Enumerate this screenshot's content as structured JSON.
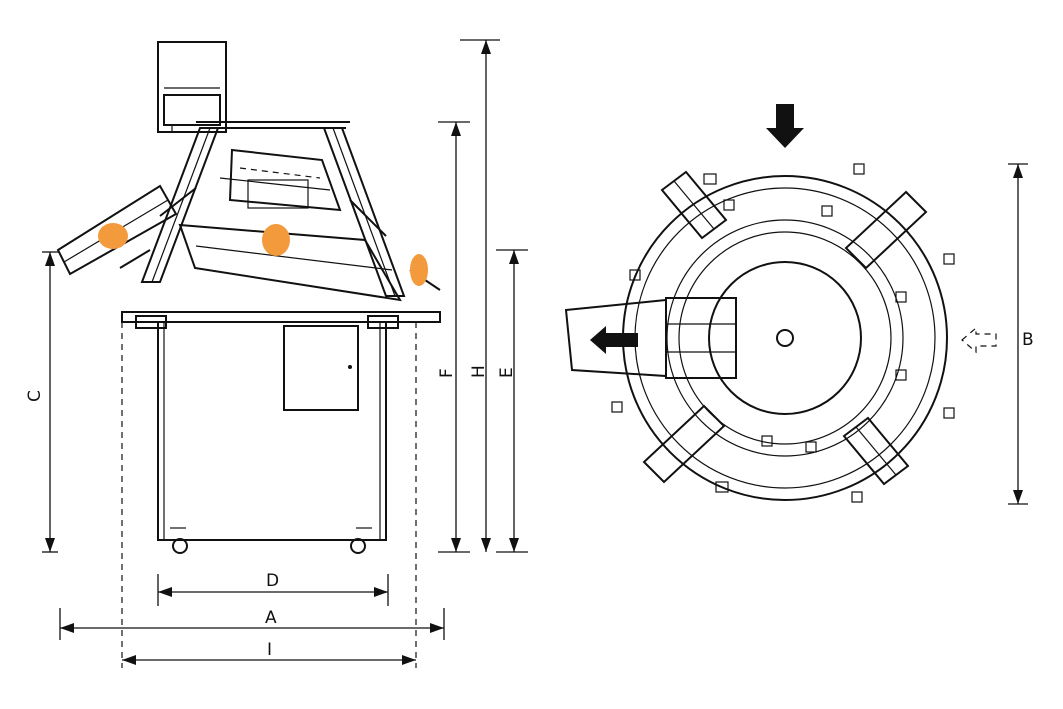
{
  "diagram": {
    "dimension_labels": {
      "A": "A",
      "B": "B",
      "C": "C",
      "D": "D",
      "E": "E",
      "F": "F",
      "H": "H",
      "I": "I"
    },
    "colors": {
      "line": "#111111",
      "dough_marker": "#f39a3c",
      "background": "#ffffff"
    },
    "icons": [
      "feed-arrow-icon",
      "output-arrow-icon",
      "rotation-arrow-icon"
    ]
  }
}
